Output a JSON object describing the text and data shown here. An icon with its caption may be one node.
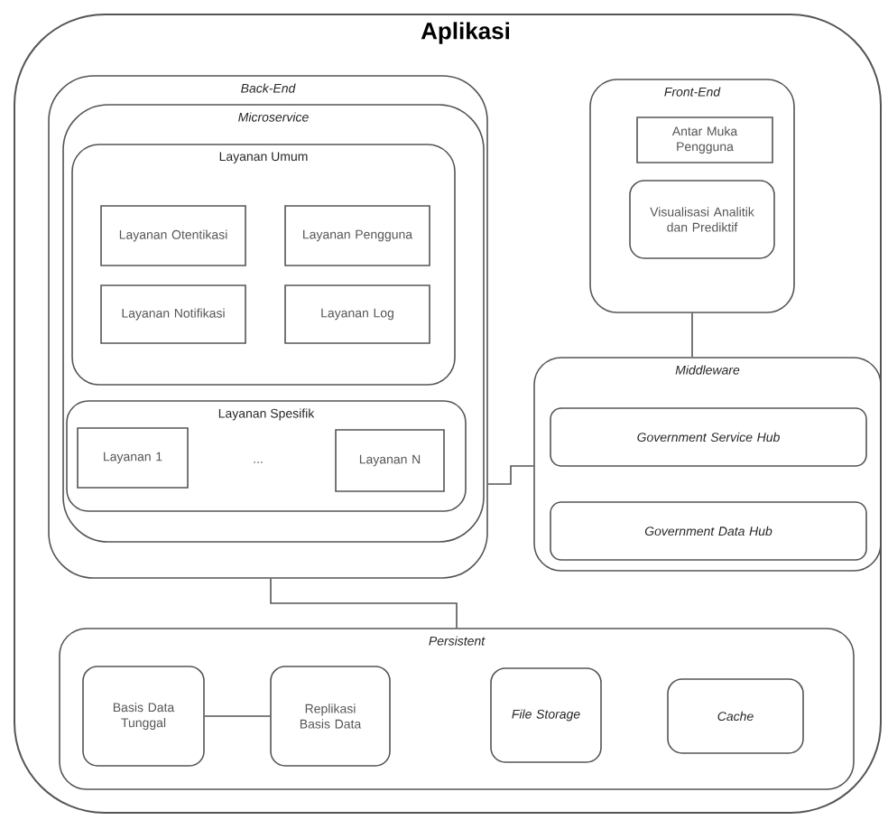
{
  "diagram": {
    "nodes": [
      {
        "text": [
          "Aplikasi"
        ]
      },
      {
        "text": [
          "Back-End"
        ],
        "in": 0
      },
      {
        "text": [
          "Microservice"
        ],
        "in": 1
      },
      {
        "text": [
          "Layanan Umum"
        ],
        "in": 2
      },
      {
        "text": [
          "Layanan Otentikasi"
        ],
        "in": 3
      },
      {
        "text": [
          "Layanan Pengguna"
        ],
        "in": 3
      },
      {
        "text": [
          "Layanan Notifikasi"
        ],
        "in": 3
      },
      {
        "text": [
          "Layanan Log"
        ],
        "in": 3
      },
      {
        "text": [
          "Layanan Spesifik"
        ],
        "in": 2
      },
      {
        "text": [
          "Layanan 1"
        ],
        "in": 8
      },
      {
        "text": [
          "Layanan N"
        ],
        "in": 8
      },
      {
        "text": [
          "Front-End"
        ],
        "in": 0
      },
      {
        "text": [
          "Antar Muka Pengguna"
        ],
        "in": 11
      },
      {
        "text": [
          "Visualisasi Analitik dan Prediktif"
        ],
        "in": 11
      },
      {
        "text": [
          "Middleware"
        ],
        "in": 0
      },
      {
        "text": [
          "Government Service Hub"
        ],
        "in": 14
      },
      {
        "text": [
          "Government Data Hub"
        ],
        "in": 14
      },
      {
        "text": [
          "Persistent"
        ],
        "in": 0
      },
      {
        "text": [
          "Basis Data Tunggal"
        ],
        "in": 17
      },
      {
        "text": [
          "Replikasi Basis Data"
        ],
        "in": 17
      },
      {
        "text": [
          "File Storage"
        ],
        "in": 17
      },
      {
        "text": [
          "Cache"
        ],
        "in": 17
      }
    ],
    "edges": [
      {
        "from": 11,
        "to": 14,
        "arrow": "none"
      },
      {
        "from": 1,
        "to": 14,
        "arrow": "none"
      },
      {
        "from": 1,
        "to": 17,
        "arrow": "none"
      },
      {
        "from": 18,
        "to": 19,
        "arrow": "none"
      }
    ],
    "labels": [
      "..."
    ]
  }
}
